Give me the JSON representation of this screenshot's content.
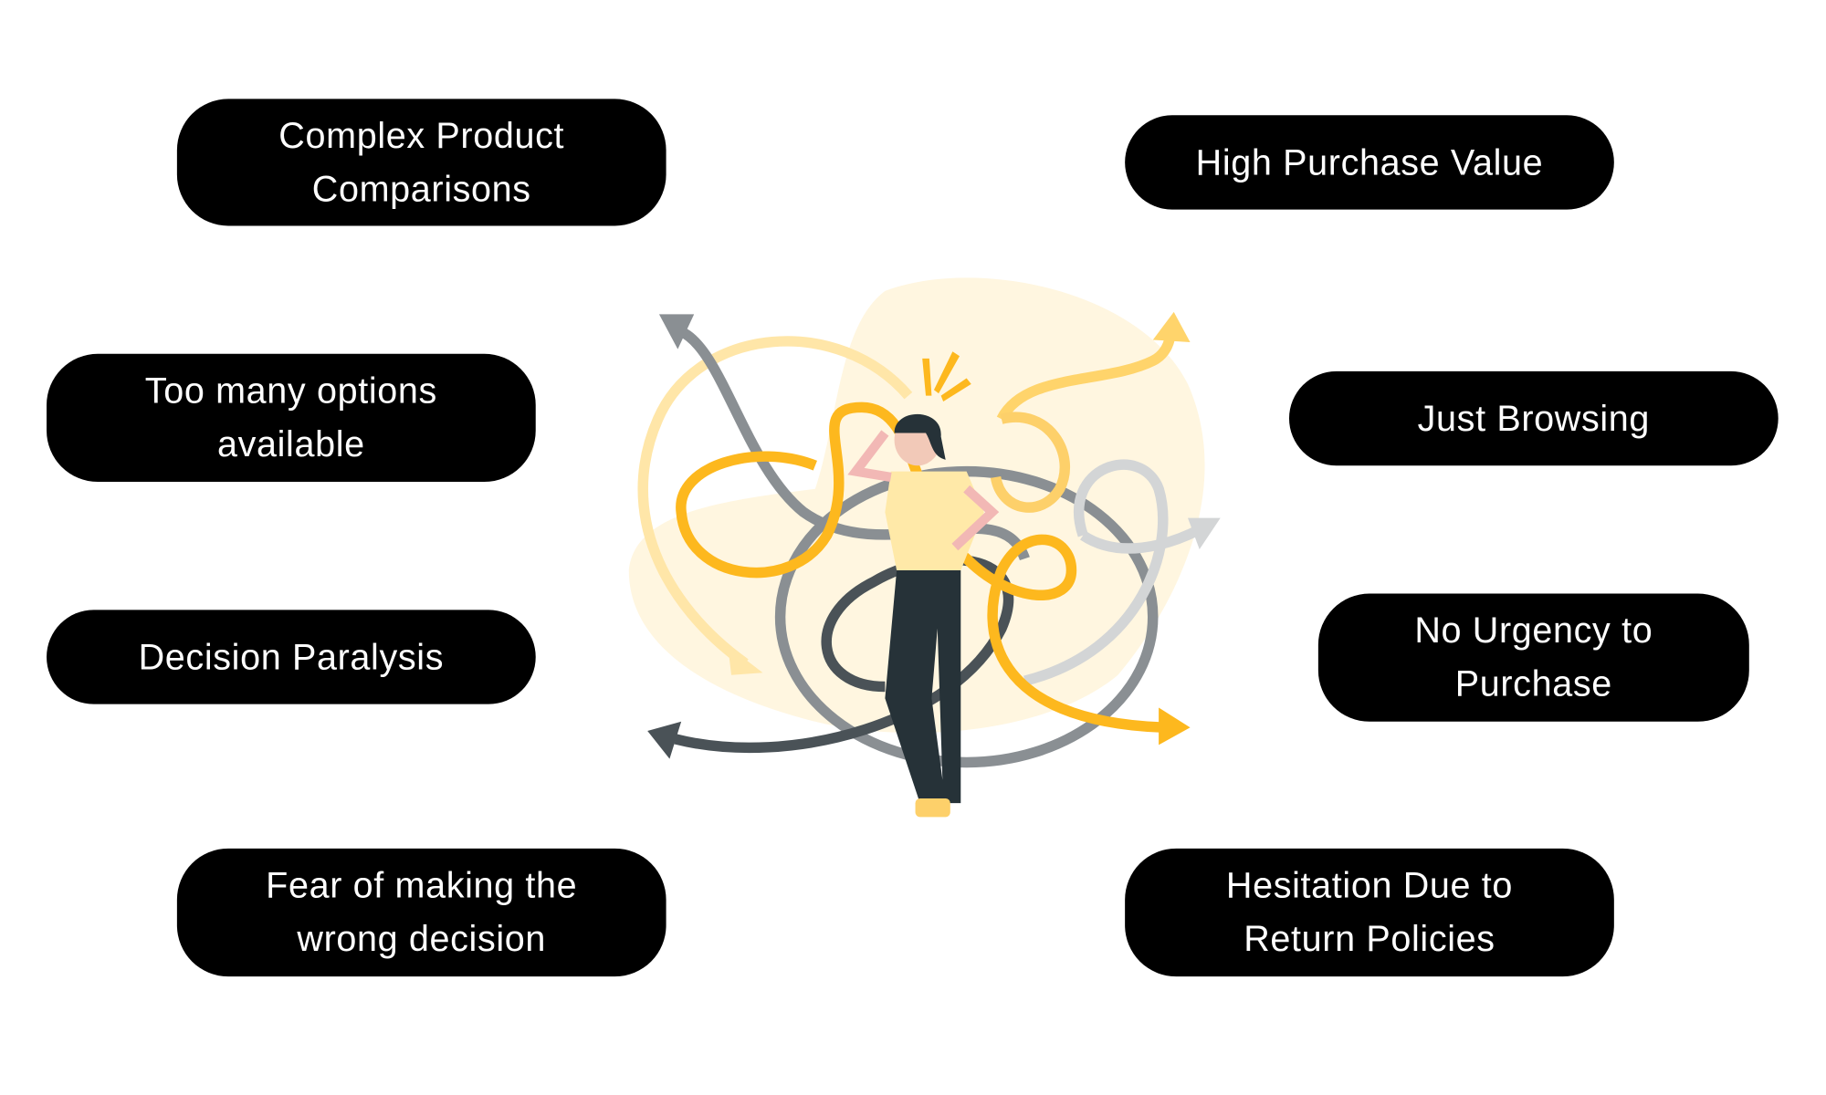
{
  "factors": {
    "left": [
      {
        "label": "Complex Product\nComparisons"
      },
      {
        "label": "Too many options\navailable"
      },
      {
        "label": "Decision Paralysis"
      },
      {
        "label": "Fear of making the\nwrong decision"
      }
    ],
    "right": [
      {
        "label": "High Purchase Value"
      },
      {
        "label": "Just Browsing"
      },
      {
        "label": "No Urgency to\nPurchase"
      },
      {
        "label": "Hesitation Due to\nReturn Policies"
      }
    ]
  },
  "colors": {
    "pill": "#000000",
    "accent": "#FDB81E",
    "light_accent": "#FFE6A8",
    "gray": "#8A8F93",
    "dark": "#4A5257",
    "blob": "#FFF6E0"
  }
}
